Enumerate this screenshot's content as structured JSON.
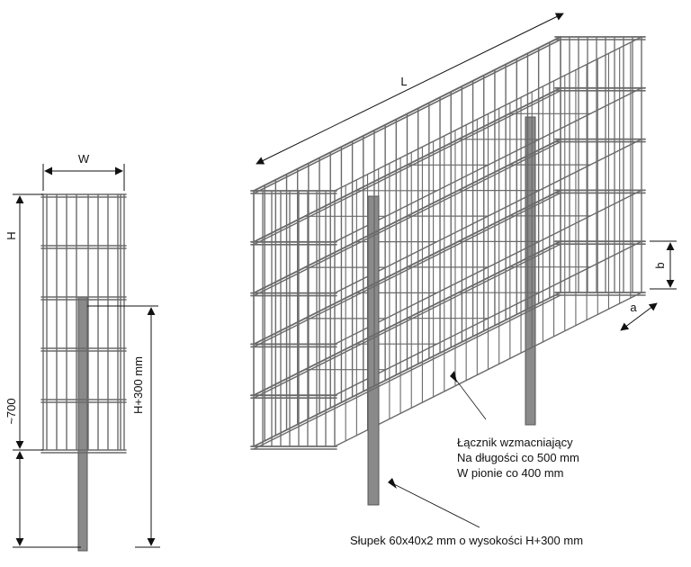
{
  "labels": {
    "width": "W",
    "height": "H",
    "embed": "~700",
    "post_height": "H+300 mm",
    "length": "L",
    "spacing_a": "a",
    "spacing_b": "b"
  },
  "callouts": {
    "connector_title": "Łącznik wzmacniający",
    "connector_line1": "Na długości co 500 mm",
    "connector_line2": "W pionie co 400 mm",
    "post": "Słupek 60x40x2 mm o wysokości H+300 mm"
  },
  "colors": {
    "mesh": "#6a6a6a",
    "mesh_fill": "#c8c8c8",
    "post": "#8a8a8a",
    "ink": "#111111"
  }
}
